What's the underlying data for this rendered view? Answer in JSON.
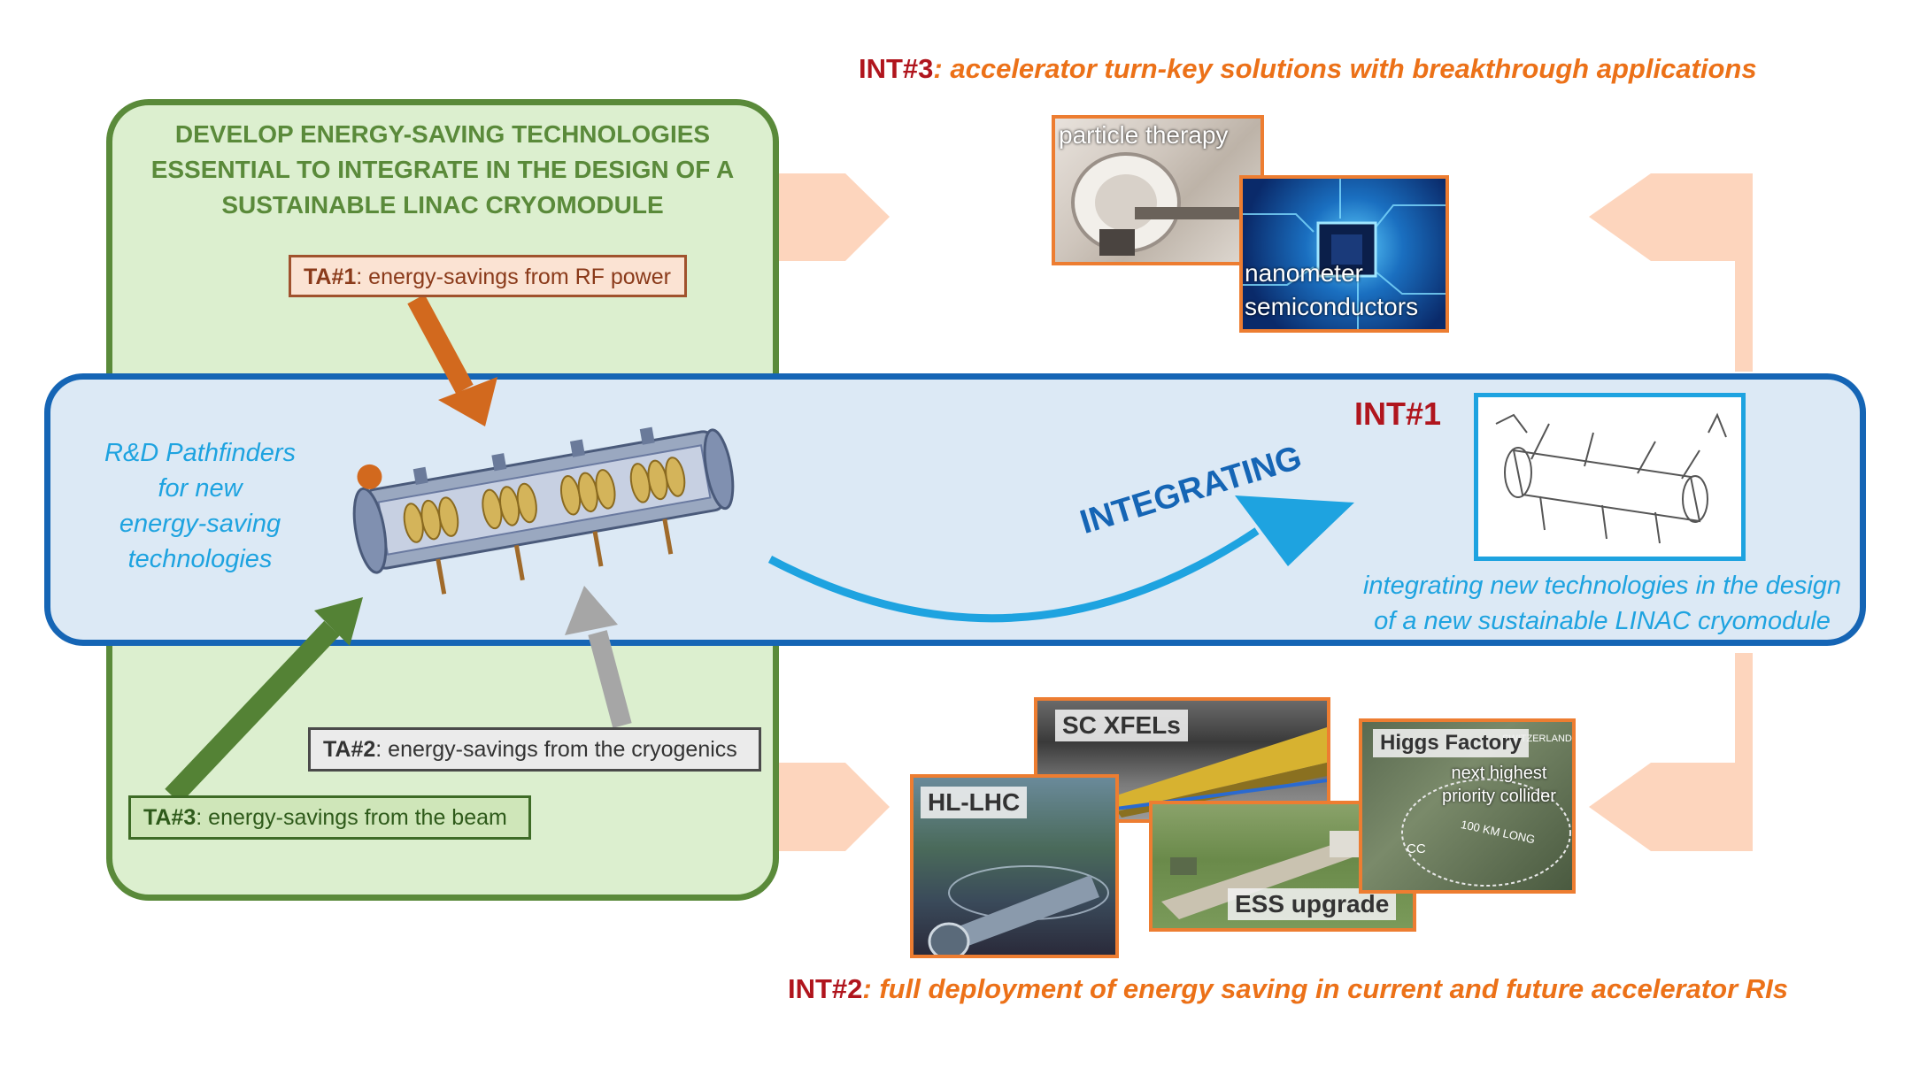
{
  "left_panel": {
    "title_lines": [
      "DEVELOP ENERGY-SAVING TECHNOLOGIES",
      "ESSENTIAL TO INTEGRATE IN THE DESIGN OF A",
      "SUSTAINABLE LINAC CRYOMODULE"
    ],
    "ta1": {
      "code": "TA#1",
      "text": ": energy-savings from RF power"
    },
    "ta2": {
      "code": "TA#2",
      "text": ": energy-savings from the cryogenics"
    },
    "ta3": {
      "code": "TA#3",
      "text": ": energy-savings from the beam"
    }
  },
  "band": {
    "pathfinders_lines": [
      "R&D Pathfinders",
      "for new",
      "energy-saving",
      "technologies"
    ],
    "arrow_label": "INTEGRATING",
    "int1_label": "INT#1",
    "int1_caption_lines": [
      "integrating new technologies in the design",
      "of a new sustainable LINAC cryomodule"
    ]
  },
  "int3": {
    "code": "INT#3",
    "desc": ": accelerator turn-key solutions with breakthrough applications",
    "photos": {
      "particle_therapy": "particle therapy",
      "semiconductors_lines": [
        "nanometer",
        "semiconductors"
      ]
    }
  },
  "int2": {
    "code": "INT#2",
    "desc": ": full deployment of energy saving in current and future accelerator RIs",
    "photos": {
      "sc_xfels": "SC XFELs",
      "hl_lhc": "HL-LHC",
      "ess": "ESS upgrade",
      "higgs": "Higgs Factory",
      "higgs_sub_lines": [
        "next highest",
        "priority collider"
      ],
      "higgs_ring_text": "100 KM LONG",
      "higgs_map_text": "SWITZERLAND",
      "higgs_cc_text": "CC"
    }
  },
  "colors": {
    "green": "#5a8a3a",
    "blue_border": "#1565b5",
    "cyan": "#1ea3e0",
    "int_red": "#b0151d",
    "int_orange": "#ec7118",
    "peach_arrow": "#fdd5bd",
    "ta1_arrow": "#d2691e",
    "ta2_arrow": "#a6a6a6",
    "ta3_arrow": "#548235"
  }
}
